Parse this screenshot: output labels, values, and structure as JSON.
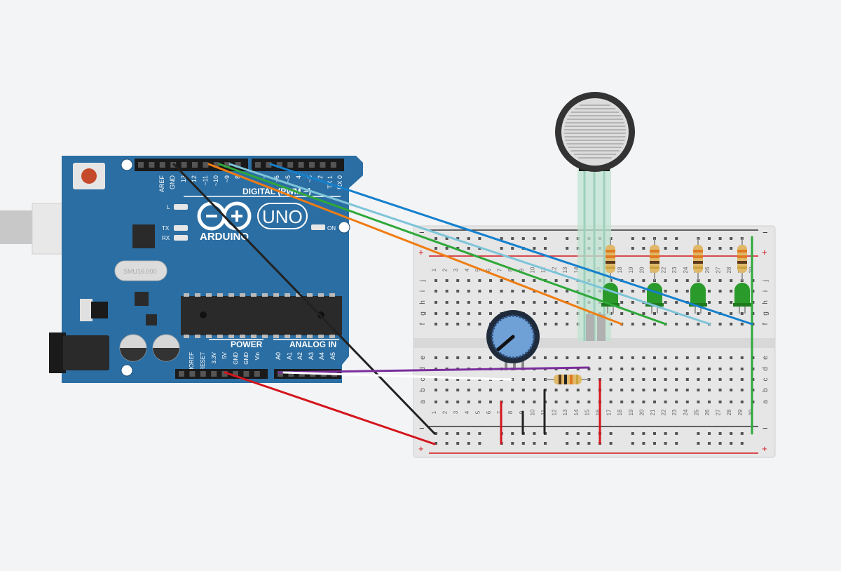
{
  "arduino": {
    "brand": "ARDUINO",
    "model": "UNO",
    "digital_label": "DIGITAL (PWM ~)",
    "power_label": "POWER",
    "analog_label": "ANALOG IN",
    "on_label": "ON",
    "led_l": "L",
    "led_tx": "TX",
    "led_rx": "RX",
    "crystal": "SMU16.000",
    "digital_pins": [
      "AREF",
      "GND",
      "13",
      "12",
      "~11",
      "~10",
      "~9",
      "8",
      "7",
      "~6",
      "~5",
      "4",
      "~3",
      "2",
      "TX 1",
      "RX 0"
    ],
    "power_pins": [
      "IOREF",
      "RESET",
      "3.3V",
      "5V",
      "GND",
      "GND",
      "Vin"
    ],
    "analog_pins": [
      "A0",
      "A1",
      "A2",
      "A3",
      "A4",
      "A5"
    ]
  },
  "breadboard": {
    "row_letters_top": [
      "j",
      "i",
      "h",
      "g",
      "f"
    ],
    "row_letters_bottom": [
      "e",
      "d",
      "c",
      "b",
      "a"
    ],
    "plus": "+",
    "minus": "−",
    "columns": [
      "1",
      "2",
      "3",
      "4",
      "5",
      "6",
      "7",
      "8",
      "9",
      "10",
      "11",
      "12",
      "13",
      "14",
      "15",
      "16",
      "17",
      "18",
      "19",
      "20",
      "21",
      "22",
      "23",
      "24",
      "25",
      "26",
      "27",
      "28",
      "29",
      "30"
    ]
  },
  "colors": {
    "board": "#2b6ea3",
    "wire_black": "#222222",
    "wire_red": "#d4151c",
    "wire_orange": "#ef7d12",
    "wire_green": "#2fa83a",
    "wire_lightblue": "#7ec4d8",
    "wire_blue": "#1580cc",
    "wire_purple": "#7a2d9c",
    "led_green": "#2a9a2a"
  },
  "components": {
    "fsr": "force-sensor",
    "pot": "potentiometer",
    "resistor": "resistor",
    "led": "led"
  }
}
